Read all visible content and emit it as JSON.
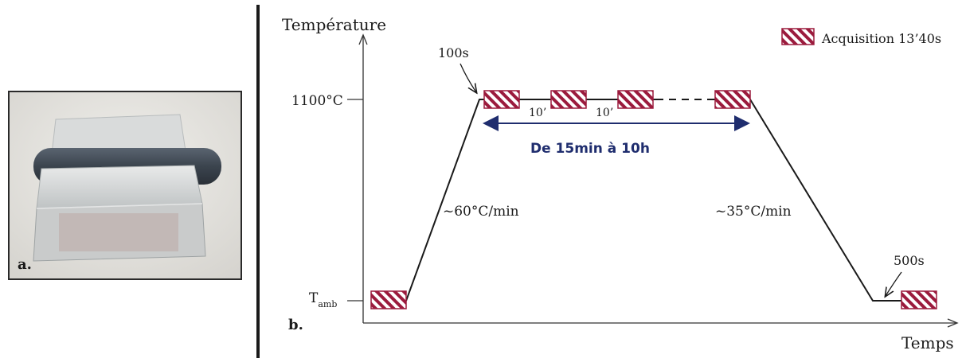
{
  "photo": {
    "panel_label": "a."
  },
  "diagram": {
    "panel_label": "b.",
    "y_axis_label": "Température",
    "x_axis_label": "Temps",
    "tick_high": "1100°C",
    "tick_low_base": "T",
    "tick_low_sub": "amb",
    "legend_label": "Acquisition 13’40s",
    "hold_start_label": "100s",
    "hold_end_label": "500s",
    "interval_label_1": "10’",
    "interval_label_2": "10’",
    "heating_rate": "~60°C/min",
    "cooling_rate": "~35°C/min",
    "duration_label": "De 15min à 10h",
    "colors": {
      "hatch": "#9b1b3d",
      "arrow": "#1f2d6e",
      "line": "#1a1a1a"
    }
  }
}
